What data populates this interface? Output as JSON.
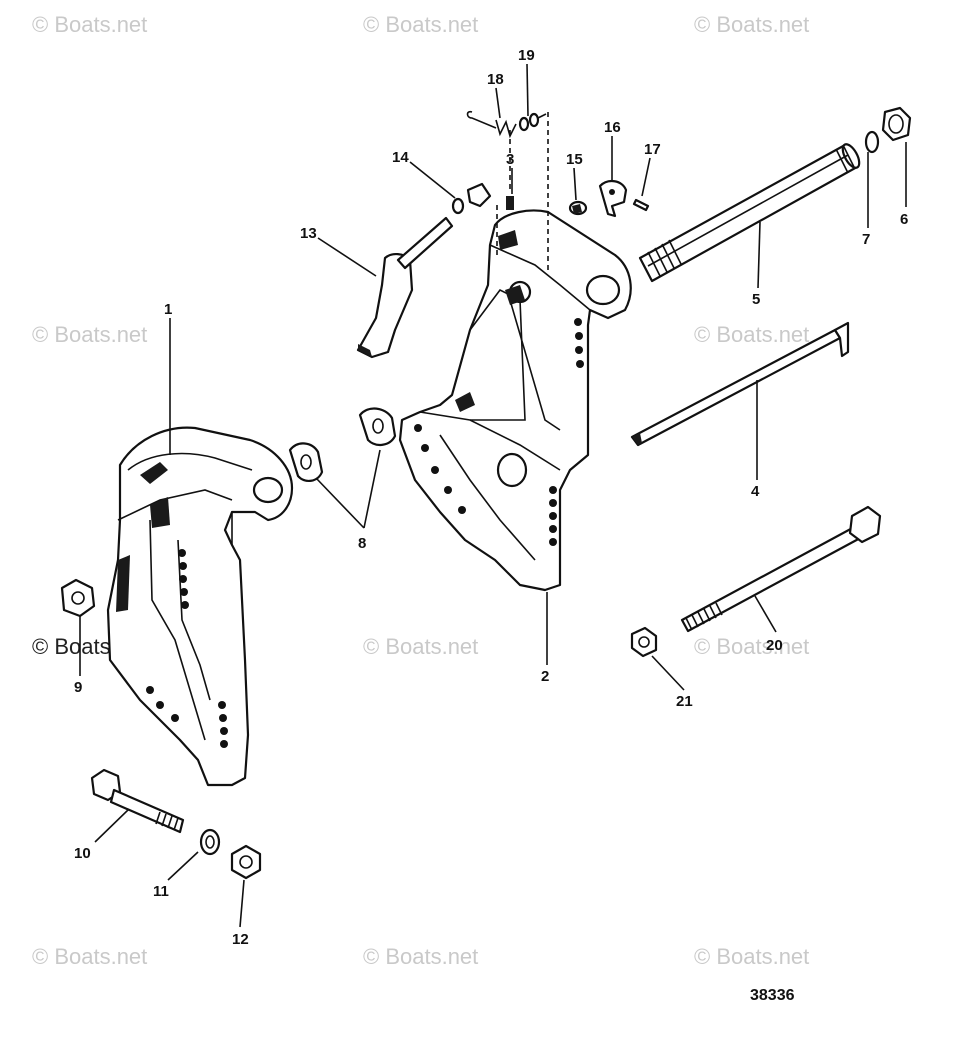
{
  "watermarks": [
    "© Boats.net",
    "© Boats.net",
    "© Boats.net",
    "© Boats.net",
    "© Boats.net",
    "© Boats.net",
    "© Boats.net",
    "© Boats.net",
    "© Boats.net",
    "© Boats.net",
    "© Boats.net"
  ],
  "figure_number": "38336",
  "callouts": [
    "1",
    "2",
    "3",
    "4",
    "5",
    "6",
    "7",
    "8",
    "9",
    "10",
    "11",
    "12",
    "13",
    "14",
    "15",
    "16",
    "17",
    "18",
    "19",
    "20",
    "21"
  ],
  "colors": {
    "ink": "#111111",
    "watermark": "#c9c9c9",
    "background": "#ffffff"
  }
}
